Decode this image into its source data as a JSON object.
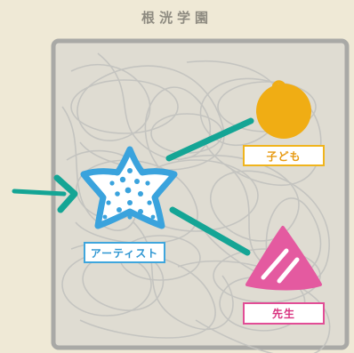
{
  "title": "根洸学園",
  "nodes": {
    "children": {
      "label": "子ども",
      "icon": "circle-icon",
      "color": "#f0ad14"
    },
    "artist": {
      "label": "アーティスト",
      "icon": "star-icon",
      "color": "#3aa3dd"
    },
    "teacher": {
      "label": "先生",
      "icon": "triangle-icon",
      "color": "#e45aa0"
    }
  },
  "colors": {
    "background": "#efe9d6",
    "frame": "#a9a9a6",
    "scribble": "#bdbdba",
    "arrow": "#14a595"
  }
}
